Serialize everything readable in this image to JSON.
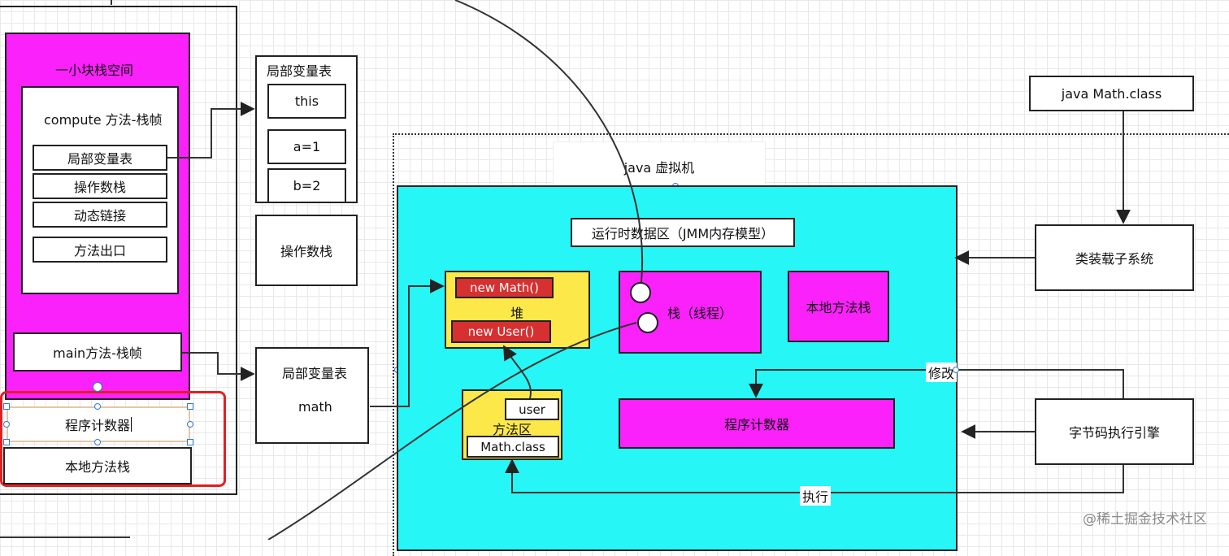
{
  "stack_frame": {
    "title": "一小块栈空间",
    "compute_frame_title": "compute 方法-栈帧",
    "compute_items": [
      "局部变量表",
      "操作数栈",
      "动态链接",
      "方法出口"
    ],
    "main_frame": "main方法-栈帧",
    "program_counter": "程序计数器",
    "native_stack": "本地方法栈"
  },
  "local_vars_top": {
    "title": "局部变量表",
    "items": [
      "this",
      "a=1",
      "b=2"
    ]
  },
  "operand_stack": "操作数栈",
  "local_vars_bottom": {
    "title": "局部变量表",
    "value": "math"
  },
  "jvm": {
    "label": "java 虚拟机",
    "runtime_area": "运行时数据区（JMM内存模型）",
    "heap": {
      "label": "堆",
      "objects": [
        "new Math()",
        "new User()"
      ]
    },
    "method_area": {
      "label": "方法区",
      "user": "user",
      "math_class": "Math.class"
    },
    "stack": "栈（线程）",
    "native_stack": "本地方法栈",
    "program_counter": "程序计数器"
  },
  "class_file": "java Math.class",
  "class_loader": "类装载子系统",
  "execution_engine": "字节码执行引擎",
  "edge_labels": {
    "modify": "修改",
    "execute": "执行"
  },
  "watermark": "@稀土掘金技术社区",
  "colors": {
    "magenta": "#fb21fb",
    "cyan": "#27f6f6",
    "yellow": "#fde84a",
    "red": "#d63030",
    "highlight": "#e02020"
  }
}
